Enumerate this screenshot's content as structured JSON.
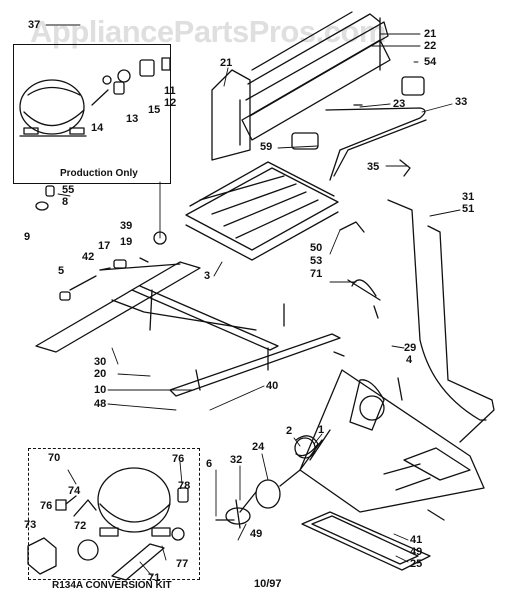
{
  "watermark": "AppliancePartsPros.com",
  "inset_labels": {
    "production_only": "Production Only",
    "conversion_kit": "R134A CONVERSION KIT",
    "date_code": "10/97"
  },
  "callouts": {
    "c37": "37",
    "c21a": "21",
    "c22": "22",
    "c54": "54",
    "c21b": "21",
    "c11": "11",
    "c12": "12",
    "c15": "15",
    "c13": "13",
    "c14": "14",
    "c23": "23",
    "c33": "33",
    "c59": "59",
    "c35": "35",
    "c55": "55",
    "c8": "8",
    "c9": "9",
    "c31": "31",
    "c51": "51",
    "c39": "39",
    "c3": "3",
    "c17": "17",
    "c19": "19",
    "c42": "42",
    "c5": "5",
    "c50": "50",
    "c53": "53",
    "c71a": "71",
    "c29": "29",
    "c4": "4",
    "c30": "30",
    "c20": "20",
    "c10": "10",
    "c48": "48",
    "c40": "40",
    "c70": "70",
    "c76a": "76",
    "c74": "74",
    "c76b": "76",
    "c73": "73",
    "c72": "72",
    "c78": "78",
    "c77": "77",
    "c71b": "71",
    "c6": "6",
    "c32": "32",
    "c24": "24",
    "c2": "2",
    "c1": "1",
    "c49a": "49",
    "c41": "41",
    "c49b": "49",
    "c25": "25"
  },
  "colors": {
    "ink": "#111111",
    "paper": "#ffffff",
    "watermark": "#969696"
  }
}
